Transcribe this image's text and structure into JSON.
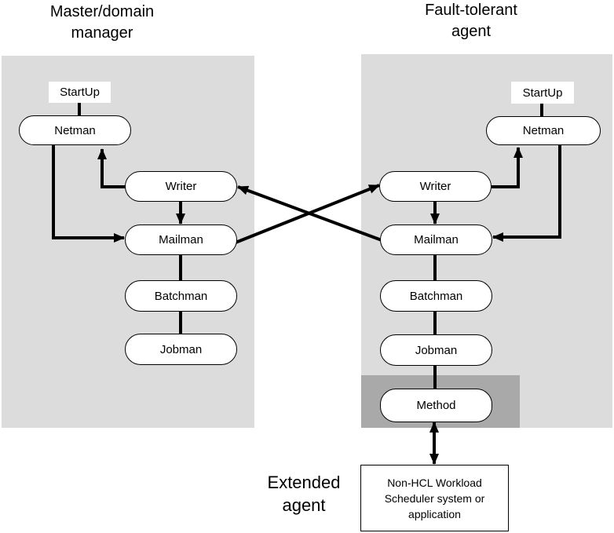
{
  "headings": {
    "master": [
      "Master/domain",
      "manager"
    ],
    "fta": [
      "Fault-tolerant",
      "agent"
    ]
  },
  "master": {
    "startup": "StartUp",
    "netman": "Netman",
    "writer": "Writer",
    "mailman": "Mailman",
    "batchman": "Batchman",
    "jobman": "Jobman"
  },
  "fta": {
    "startup": "StartUp",
    "netman": "Netman",
    "writer": "Writer",
    "mailman": "Mailman",
    "batchman": "Batchman",
    "jobman": "Jobman",
    "method": "Method"
  },
  "extended": {
    "label": [
      "Extended",
      "agent"
    ],
    "system": [
      "Non-HCL Workload",
      "Scheduler system or",
      "application"
    ]
  },
  "colors": {
    "panel": "#dcdcdc",
    "method_band": "#a9a9a9",
    "box_fill": "#ffffff",
    "line": "#000000"
  }
}
